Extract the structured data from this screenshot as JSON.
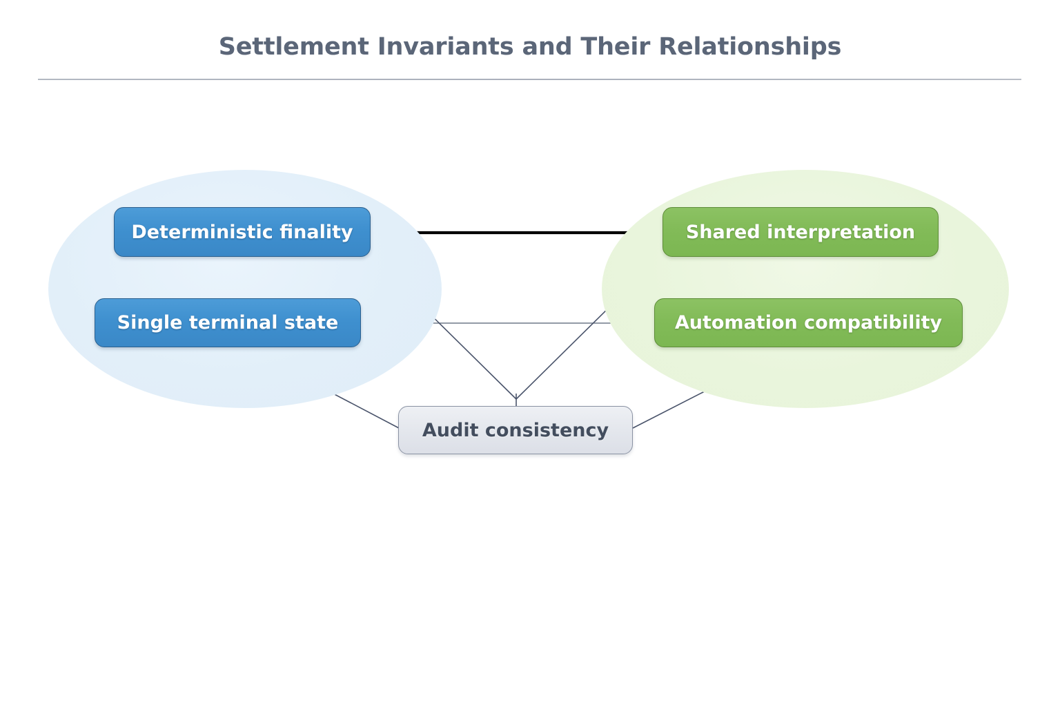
{
  "header": {
    "title": "Settlement Invariants and Their Relationships"
  },
  "diagram": {
    "type": "node-link-graph",
    "clusters": [
      {
        "id": "blue-cluster",
        "name": "left-group",
        "fill": "#e2eff9",
        "shape": "ellipse"
      },
      {
        "id": "green-cluster",
        "name": "right-group",
        "fill": "#e9f5dc",
        "shape": "ellipse"
      }
    ],
    "nodes": [
      {
        "id": "deterministic-finality",
        "label": "Deterministic finality",
        "group": "blue-cluster",
        "fill": "#3f90cf",
        "text_color": "#ffffff"
      },
      {
        "id": "single-terminal-state",
        "label": "Single terminal state",
        "group": "blue-cluster",
        "fill": "#3f90cf",
        "text_color": "#ffffff"
      },
      {
        "id": "shared-interpretation",
        "label": "Shared interpretation",
        "group": "green-cluster",
        "fill": "#82bb58",
        "text_color": "#ffffff"
      },
      {
        "id": "automation-compatibility",
        "label": "Automation compatibility",
        "group": "green-cluster",
        "fill": "#82bb58",
        "text_color": "#ffffff"
      },
      {
        "id": "audit-consistency",
        "label": "Audit consistency",
        "group": "none",
        "fill": "#e4e7ed",
        "text_color": "#434d5e"
      }
    ],
    "edges": [
      {
        "from": "deterministic-finality",
        "to": "shared-interpretation",
        "weight": "strong",
        "color": "#000000",
        "width": 4
      },
      {
        "from": "deterministic-finality",
        "to": "single-terminal-state",
        "weight": "normal",
        "color": "#4a5468",
        "width": 1.4
      },
      {
        "from": "shared-interpretation",
        "to": "automation-compatibility",
        "weight": "normal",
        "color": "#4a5468",
        "width": 1.4
      },
      {
        "from": "single-terminal-state",
        "to": "automation-compatibility",
        "weight": "normal",
        "color": "#6a7384",
        "width": 1.4
      },
      {
        "from": "deterministic-finality",
        "to": "audit-consistency",
        "weight": "normal",
        "color": "#4a5468",
        "width": 1.4
      },
      {
        "from": "shared-interpretation",
        "to": "audit-consistency",
        "weight": "normal",
        "color": "#4a5468",
        "width": 1.4
      },
      {
        "from": "single-terminal-state",
        "to": "audit-consistency",
        "weight": "normal",
        "color": "#4a5468",
        "width": 1.4
      },
      {
        "from": "automation-compatibility",
        "to": "audit-consistency",
        "weight": "normal",
        "color": "#4a5468",
        "width": 1.4
      }
    ]
  },
  "colors": {
    "background": "#ffffff",
    "title_text": "#5b6678",
    "divider": "#aab0bb"
  }
}
